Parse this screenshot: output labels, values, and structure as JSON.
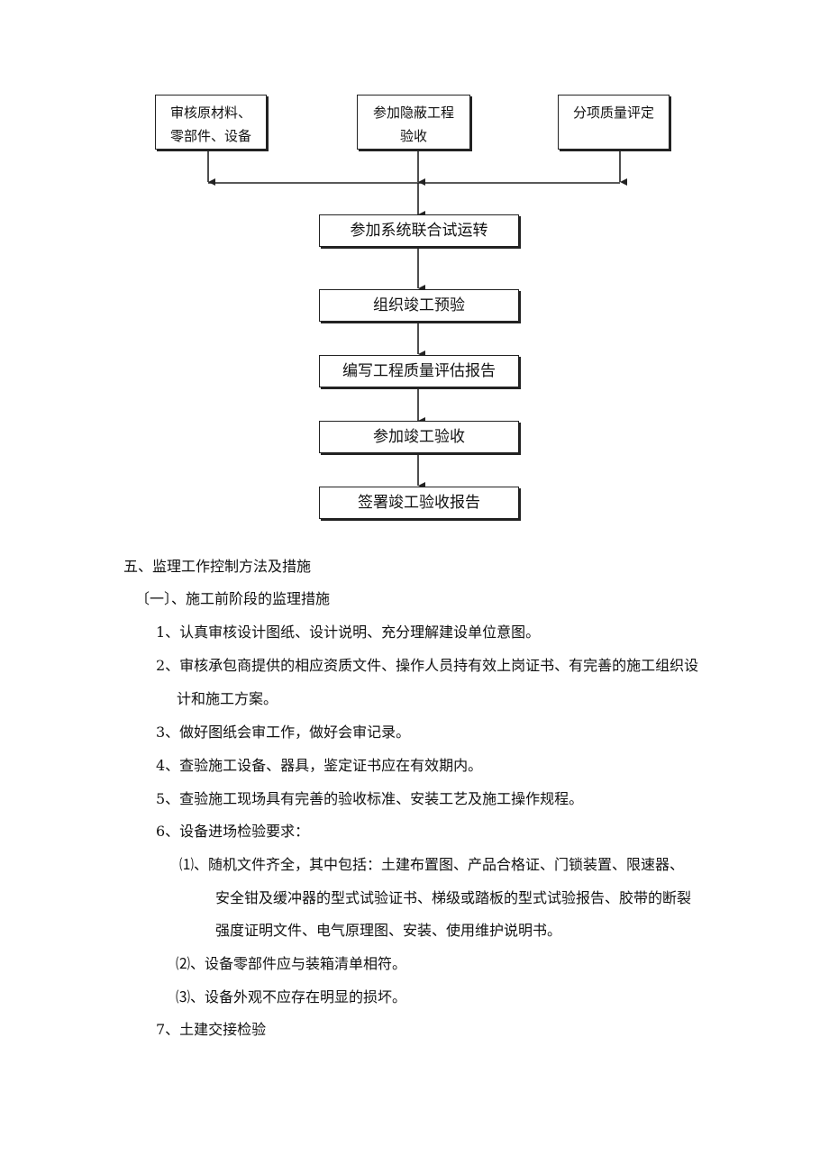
{
  "flowchart": {
    "top_boxes": [
      {
        "lines": [
          "审核原材料、",
          "零部件、设备"
        ]
      },
      {
        "lines": [
          "参加隐蔽工程",
          "验收"
        ]
      },
      {
        "lines": [
          "分项质量评定"
        ]
      }
    ],
    "steps": [
      "参加系统联合试运转",
      "组织竣工预验",
      "编写工程质量评估报告",
      "参加竣工验收",
      "签署竣工验收报告"
    ]
  },
  "section": {
    "heading": "五、监理工作控制方法及措施",
    "subheading": "〔一〕、施工前阶段的监理措施",
    "items": [
      "1、认真审核设计图纸、设计说明、充分理解建设单位意图。",
      "2、审核承包商提供的相应资质文件、操作人员持有效上岗证书、有完善的施工组织设",
      "计和施工方案。",
      "3、做好图纸会审工作，做好会审记录。",
      "4、查验施工设备、器具，鉴定证书应在有效期内。",
      "5、查验施工现场具有完善的验收标准、安装工艺及施工操作规程。",
      "6、设备进场检验要求："
    ],
    "sub_items": [
      "⑴、随机文件齐全，其中包括：土建布置图、产品合格证、门锁装置、限速器、",
      "安全钳及缓冲器的型式试验证书、梯级或踏板的型式试验报告、胶带的断裂",
      "强度证明文件、电气原理图、安装、使用维护说明书。",
      "⑵、设备零部件应与装箱清单相符。",
      "⑶、设备外观不应存在明显的损坏。"
    ],
    "item7": "7、土建交接检验"
  }
}
